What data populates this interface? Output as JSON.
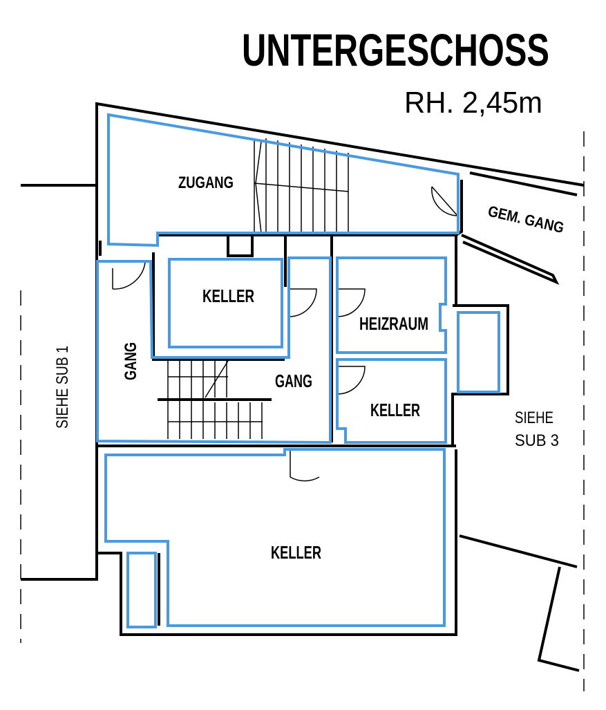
{
  "title": "UNTERGESCHOSS",
  "subtitle": "RH. 2,45m",
  "rooms": {
    "zugang": "ZUGANG",
    "keller_1": "KELLER",
    "heizraum": "HEIZRAUM",
    "gang_left": "GANG",
    "gang_center": "GANG",
    "keller_2": "KELLER",
    "keller_3": "KELLER",
    "gem_gang": "GEM. GANG"
  },
  "references": {
    "left": "SIEHE SUB 1",
    "right_line1": "SIEHE",
    "right_line2": "SUB 3"
  },
  "colors": {
    "room_outline": "#4a9ae0",
    "walls": "#000000"
  }
}
